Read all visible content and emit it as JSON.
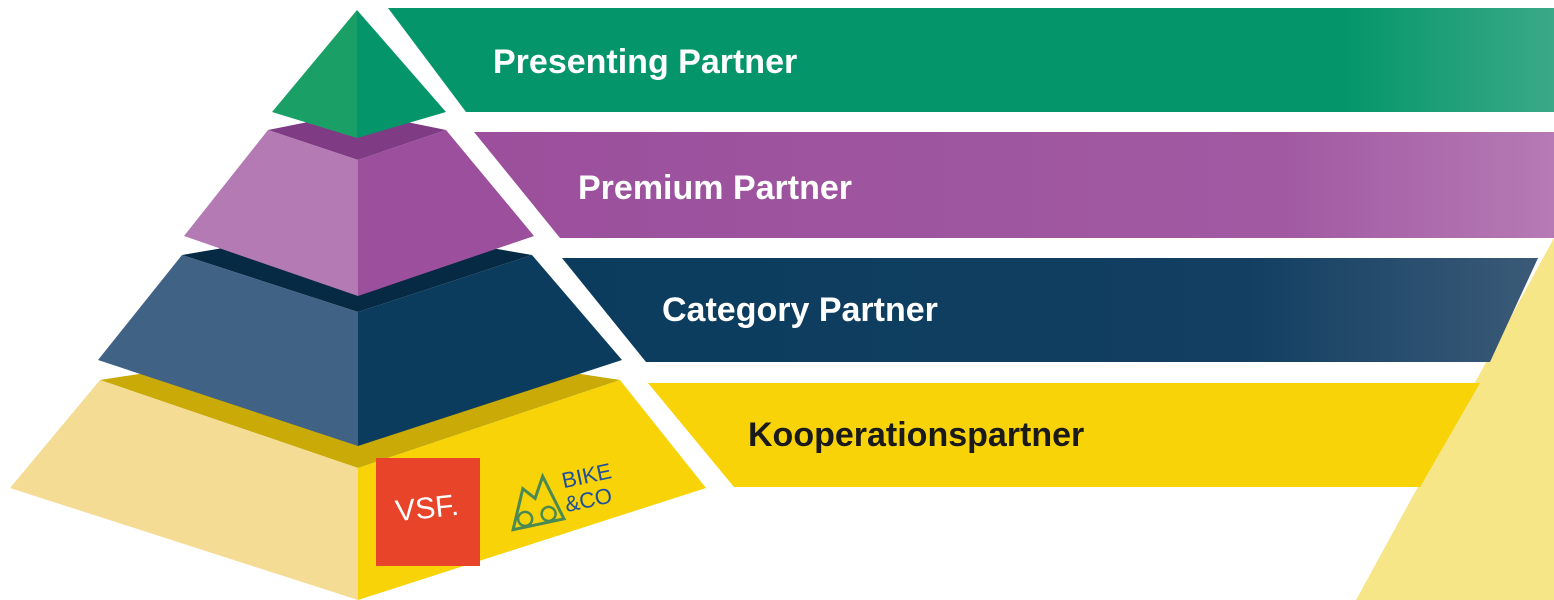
{
  "tiers": [
    {
      "label": "Presenting Partner",
      "color": "#04966a",
      "text_color": "#ffffff"
    },
    {
      "label": "Premium Partner",
      "color": "#9c509c",
      "text_color": "#ffffff"
    },
    {
      "label": "Category Partner",
      "color": "#0b3c5d",
      "text_color": "#ffffff"
    },
    {
      "label": "Kooperationspartner",
      "color": "#f7d308",
      "text_color": "#1a1a1a"
    }
  ],
  "logos": {
    "vsf": {
      "text": "VSF.",
      "color": "#e8442a"
    },
    "bike_co": {
      "line1": "BIKE",
      "line2": "&CO",
      "color": "#1d4f9c"
    }
  },
  "accent_colors": {
    "pale_yellow": "#f6e688",
    "base_left_face": "#f5dc94",
    "base_right_face": "#f7d308"
  }
}
